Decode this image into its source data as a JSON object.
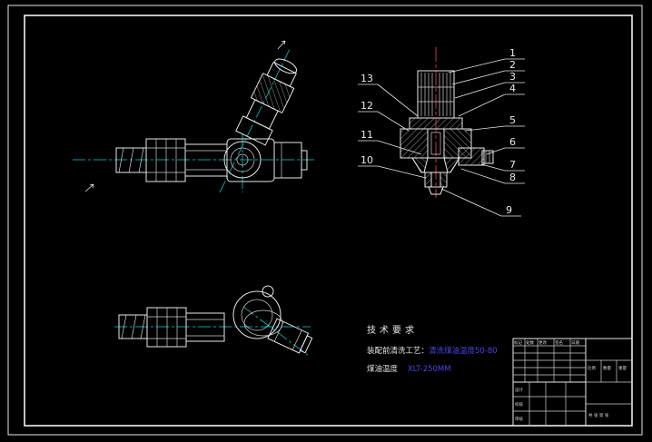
{
  "palette": {
    "background": "#000000",
    "line": "#e8e8e8",
    "centerline": "#00a3a3",
    "section_axis": "#d03434",
    "note_blue": "#4747e8"
  },
  "callouts": {
    "right": [
      "1",
      "2",
      "3",
      "4",
      "5",
      "6",
      "7",
      "8",
      "9"
    ],
    "left": [
      "13",
      "12",
      "11",
      "10"
    ]
  },
  "notes": {
    "heading": "技术要求",
    "line1_a": "装配前清洗工艺：",
    "line1_b": "清洗煤油温度50-80",
    "line2_a": "煤油温度",
    "line2_b": "XLT-250MM"
  },
  "title_block": {
    "rev_header": [
      "标记",
      "处数",
      "更改",
      "签名",
      "日期"
    ],
    "roles": [
      "设计",
      "校核",
      "审核"
    ],
    "info_labels": [
      "比例",
      "数量",
      "重量"
    ],
    "sheet_label": "共 张 第 张"
  }
}
